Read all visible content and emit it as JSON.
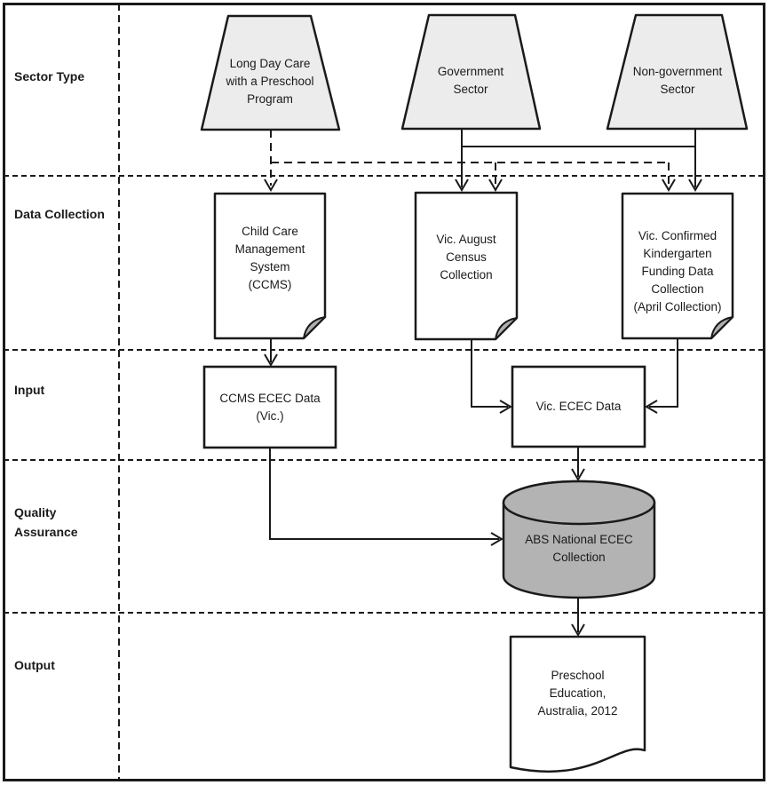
{
  "colors": {
    "background": "#ffffff",
    "stroke": "#1a1a1a",
    "trapezoid_fill": "#ececec",
    "document_fill": "#ffffff",
    "fold_fill": "#b0b0b0",
    "cylinder_fill": "#b3b3b3"
  },
  "rows": [
    {
      "label": "Sector Type"
    },
    {
      "label": "Data Collection"
    },
    {
      "label": "Input"
    },
    {
      "label": "Quality\nAssurance"
    },
    {
      "label": "Output"
    }
  ],
  "nodes": {
    "long_day_care": {
      "label": "Long Day Care\nwith a Preschool\nProgram"
    },
    "government": {
      "label": "Government\nSector"
    },
    "non_government": {
      "label": "Non-government\nSector"
    },
    "ccms": {
      "label": "Child Care\nManagement\nSystem\n(CCMS)"
    },
    "august_census": {
      "label": "Vic. August\nCensus\nCollection"
    },
    "kindergarten_funding": {
      "label": "Vic. Confirmed\nKindergarten\nFunding Data\nCollection\n(April Collection)"
    },
    "ccms_ecec_data": {
      "label": "CCMS ECEC Data\n(Vic.)"
    },
    "vic_ecec_data": {
      "label": "Vic. ECEC Data"
    },
    "abs_national_collection": {
      "label": "ABS National ECEC\nCollection"
    },
    "preschool_education_output": {
      "label": "Preschool\nEducation,\nAustralia, 2012"
    }
  }
}
